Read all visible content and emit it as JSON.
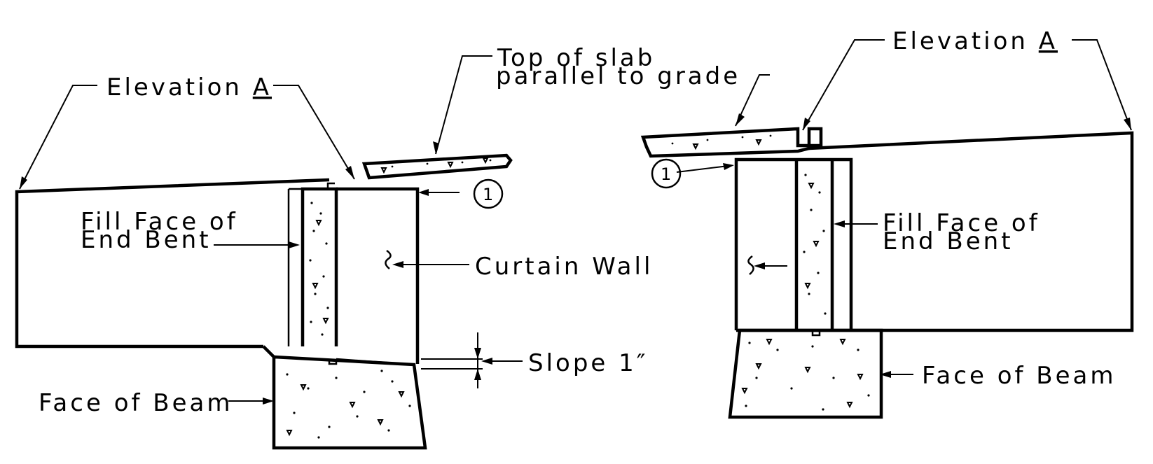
{
  "labels": {
    "elevation_left": "Elevation",
    "elevation_left_mark": "A",
    "elevation_right": "Elevation",
    "elevation_right_mark": "A",
    "top_slab_line1": "Top of slab",
    "top_slab_line2": "parallel to grade",
    "fill_face_left_line1": "Fill Face of",
    "fill_face_left_line2": "End Bent",
    "fill_face_right_line1": "Fill Face of",
    "fill_face_right_line2": "End Bent",
    "curtain_wall": "Curtain Wall",
    "slope": "Slope 1″",
    "face_beam_left": "Face of Beam",
    "face_beam_right": "Face of Beam",
    "callout_left": "1",
    "callout_right": "1"
  }
}
